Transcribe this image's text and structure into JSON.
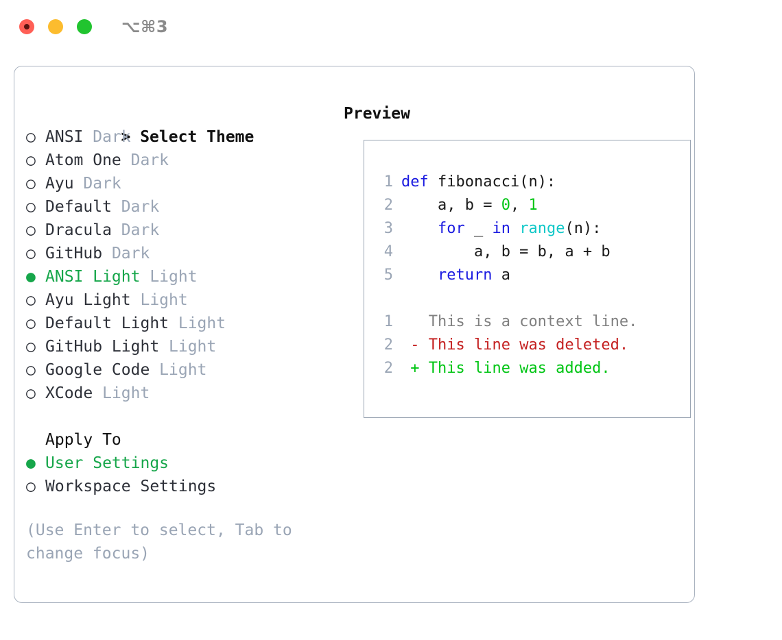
{
  "titlebar": {
    "shortcut": "⌥⌘3",
    "dots": [
      "close-dot",
      "minimize-dot",
      "maximize-dot"
    ]
  },
  "theme_panel": {
    "header_caret": ">",
    "header": "Select Theme",
    "marker_on": "●",
    "marker_off": "○",
    "items": [
      {
        "marker": "○",
        "name": "ANSI",
        "variant": "Dark",
        "selected": false
      },
      {
        "marker": "○",
        "name": "Atom One",
        "variant": "Dark",
        "selected": false
      },
      {
        "marker": "○",
        "name": "Ayu",
        "variant": "Dark",
        "selected": false
      },
      {
        "marker": "○",
        "name": "Default",
        "variant": "Dark",
        "selected": false
      },
      {
        "marker": "○",
        "name": "Dracula",
        "variant": "Dark",
        "selected": false
      },
      {
        "marker": "○",
        "name": "GitHub",
        "variant": "Dark",
        "selected": false
      },
      {
        "marker": "●",
        "name": "ANSI Light",
        "variant": "Light",
        "selected": true
      },
      {
        "marker": "○",
        "name": "Ayu Light",
        "variant": "Light",
        "selected": false
      },
      {
        "marker": "○",
        "name": "Default Light",
        "variant": "Light",
        "selected": false
      },
      {
        "marker": "○",
        "name": "GitHub Light",
        "variant": "Light",
        "selected": false
      },
      {
        "marker": "○",
        "name": "Google Code",
        "variant": "Light",
        "selected": false
      },
      {
        "marker": "○",
        "name": "XCode",
        "variant": "Light",
        "selected": false
      }
    ]
  },
  "apply_to": {
    "header": "Apply To",
    "items": [
      {
        "marker": "●",
        "name": "User Settings",
        "selected": true
      },
      {
        "marker": "○",
        "name": "Workspace Settings",
        "selected": false
      }
    ]
  },
  "hint": "(Use Enter to select, Tab to change focus)",
  "preview": {
    "title": "Preview",
    "code_lines": [
      {
        "number": "1",
        "tokens": [
          {
            "t": "def",
            "c": "kw"
          },
          {
            "t": " fibonacci(n):",
            "c": "txt"
          }
        ]
      },
      {
        "number": "2",
        "tokens": [
          {
            "t": "    a, b = ",
            "c": "txt"
          },
          {
            "t": "0",
            "c": "num"
          },
          {
            "t": ", ",
            "c": "txt"
          },
          {
            "t": "1",
            "c": "num"
          }
        ]
      },
      {
        "number": "3",
        "tokens": [
          {
            "t": "    ",
            "c": "txt"
          },
          {
            "t": "for",
            "c": "kw"
          },
          {
            "t": " _ ",
            "c": "txt"
          },
          {
            "t": "in",
            "c": "kw"
          },
          {
            "t": " ",
            "c": "txt"
          },
          {
            "t": "range",
            "c": "fn"
          },
          {
            "t": "(n):",
            "c": "txt"
          }
        ]
      },
      {
        "number": "4",
        "tokens": [
          {
            "t": "        a, b = b, a + b",
            "c": "txt"
          }
        ]
      },
      {
        "number": "5",
        "tokens": [
          {
            "t": "    ",
            "c": "txt"
          },
          {
            "t": "return",
            "c": "kw"
          },
          {
            "t": " a",
            "c": "txt"
          }
        ]
      }
    ],
    "diff_lines": [
      {
        "number": "1",
        "sign": " ",
        "text": " This is a context line.",
        "kind": "ctx"
      },
      {
        "number": "2",
        "sign": "-",
        "text": " This line was deleted.",
        "kind": "del"
      },
      {
        "number": "2",
        "sign": "+",
        "text": " This line was added.",
        "kind": "add"
      }
    ]
  },
  "colors": {
    "accent_green": "#16a64a",
    "muted": "#9aa5b5",
    "keyword_blue": "#1a1ae0",
    "function_cyan": "#10c8c8",
    "number_green": "#00c514",
    "diff_add": "#00c514",
    "diff_del": "#c42020",
    "border": "#aab3c0",
    "dot_red": "#ff5f56",
    "dot_yellow": "#fcbc2e",
    "dot_green": "#21c42f"
  }
}
